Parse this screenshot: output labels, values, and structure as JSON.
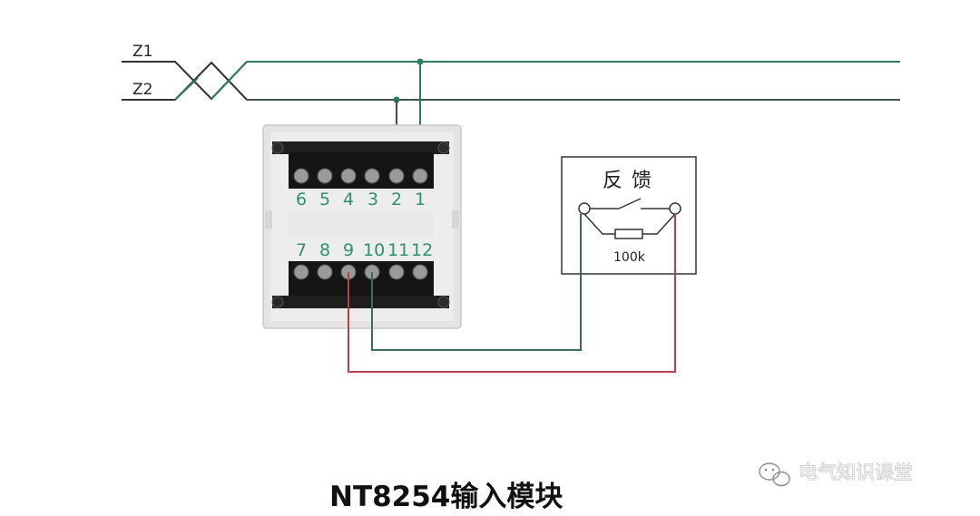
{
  "bus": {
    "line1_label": "Z1",
    "line2_label": "Z2"
  },
  "module": {
    "top_terminals": [
      "6",
      "5",
      "4",
      "3",
      "2",
      "1"
    ],
    "bottom_terminals": [
      "7",
      "8",
      "9",
      "10",
      "11",
      "12"
    ],
    "caption": "NT8254输入模块"
  },
  "feedback": {
    "title": "反馈",
    "resistor_label": "100k"
  },
  "watermark": {
    "text": "电气知识课堂",
    "icon": "wechat-icon"
  },
  "colors": {
    "bus_wire": "#2e7d5b",
    "loop_wire_1": "#3a6e5a",
    "loop_wire_2": "#b8404e",
    "terminal_number": "#2f8f73"
  }
}
